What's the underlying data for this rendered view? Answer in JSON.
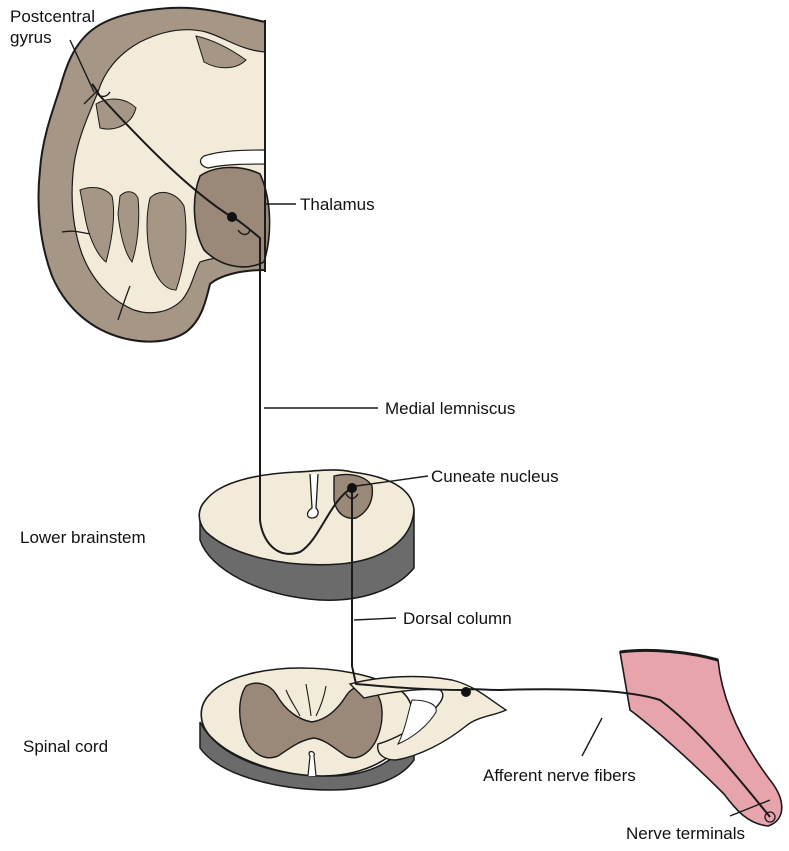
{
  "labels": {
    "postcentral_gyrus": "Postcentral gyrus",
    "thalamus": "Thalamus",
    "medial_lemniscus": "Medial lemniscus",
    "cuneate_nucleus": "Cuneate nucleus",
    "lower_brainstem": "Lower brainstem",
    "dorsal_column": "Dorsal column",
    "spinal_cord": "Spinal cord",
    "afferent_nerve_fibers": "Afferent nerve fibers",
    "nerve_terminals": "Nerve terminals"
  },
  "colors": {
    "cortex_grey": "#a69686",
    "white_matter": "#f3ebd9",
    "deep_grey": "#9a8878",
    "shadow": "#6b6b6b",
    "skin": "#e8a4ac",
    "outline": "#1a1a1a"
  }
}
